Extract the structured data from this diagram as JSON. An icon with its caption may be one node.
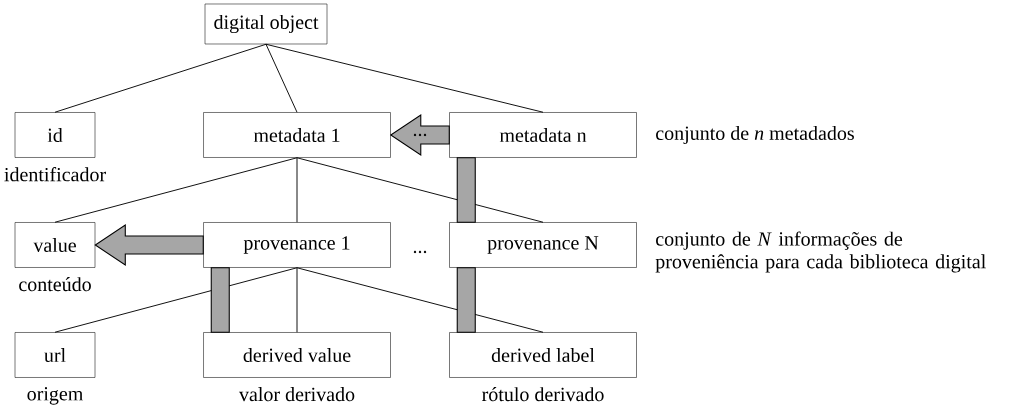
{
  "diagram": {
    "nodes": [
      {
        "text": [
          "digital object"
        ]
      },
      {
        "text": [
          "id"
        ],
        "beside": [
          "identificador"
        ]
      },
      {
        "text": [
          "metadata 1"
        ]
      },
      {
        "text": [
          "metadata n"
        ]
      },
      {
        "text": [
          "value"
        ],
        "beside": [
          "conteúdo"
        ]
      },
      {
        "text": [
          "provenance 1"
        ]
      },
      {
        "text": [
          "provenance N"
        ]
      },
      {
        "text": [
          "url"
        ],
        "beside": [
          "origem"
        ]
      },
      {
        "text": [
          "derived value"
        ],
        "beside": [
          "valor derivado"
        ]
      },
      {
        "text": [
          "derived  label"
        ],
        "beside": [
          "rótulo derivado"
        ]
      }
    ],
    "edges": [
      {
        "from": 0,
        "to": 1,
        "arrow": "none"
      },
      {
        "from": 0,
        "to": 2,
        "arrow": "none"
      },
      {
        "from": 0,
        "to": 3,
        "arrow": "none"
      },
      {
        "from": 2,
        "to": 4,
        "arrow": "none"
      },
      {
        "from": 2,
        "to": 5,
        "arrow": "none"
      },
      {
        "from": 2,
        "to": 6,
        "arrow": "none"
      },
      {
        "from": 5,
        "to": 7,
        "arrow": "none"
      },
      {
        "from": 5,
        "to": 8,
        "arrow": "none"
      },
      {
        "from": 5,
        "to": 9,
        "arrow": "none"
      },
      {
        "from": 3,
        "to": 2,
        "arrow": "to",
        "style": "thick",
        "color": "#a6a6a6",
        "label": "..."
      },
      {
        "from": 5,
        "to": 4,
        "arrow": "to",
        "style": "thick",
        "color": "#a6a6a6"
      },
      {
        "from": 5,
        "to": 8,
        "arrow": "none",
        "style": "thick",
        "color": "#a6a6a6"
      },
      {
        "from": 3,
        "to": 6,
        "arrow": "none",
        "style": "thick",
        "color": "#a6a6a6"
      },
      {
        "from": 6,
        "to": 9,
        "arrow": "none",
        "style": "thick",
        "color": "#a6a6a6"
      }
    ],
    "labels": [
      "...",
      "conjunto de *n* metadados",
      "conjunto de *N* informações de proveniência para cada biblioteca digital"
    ]
  }
}
